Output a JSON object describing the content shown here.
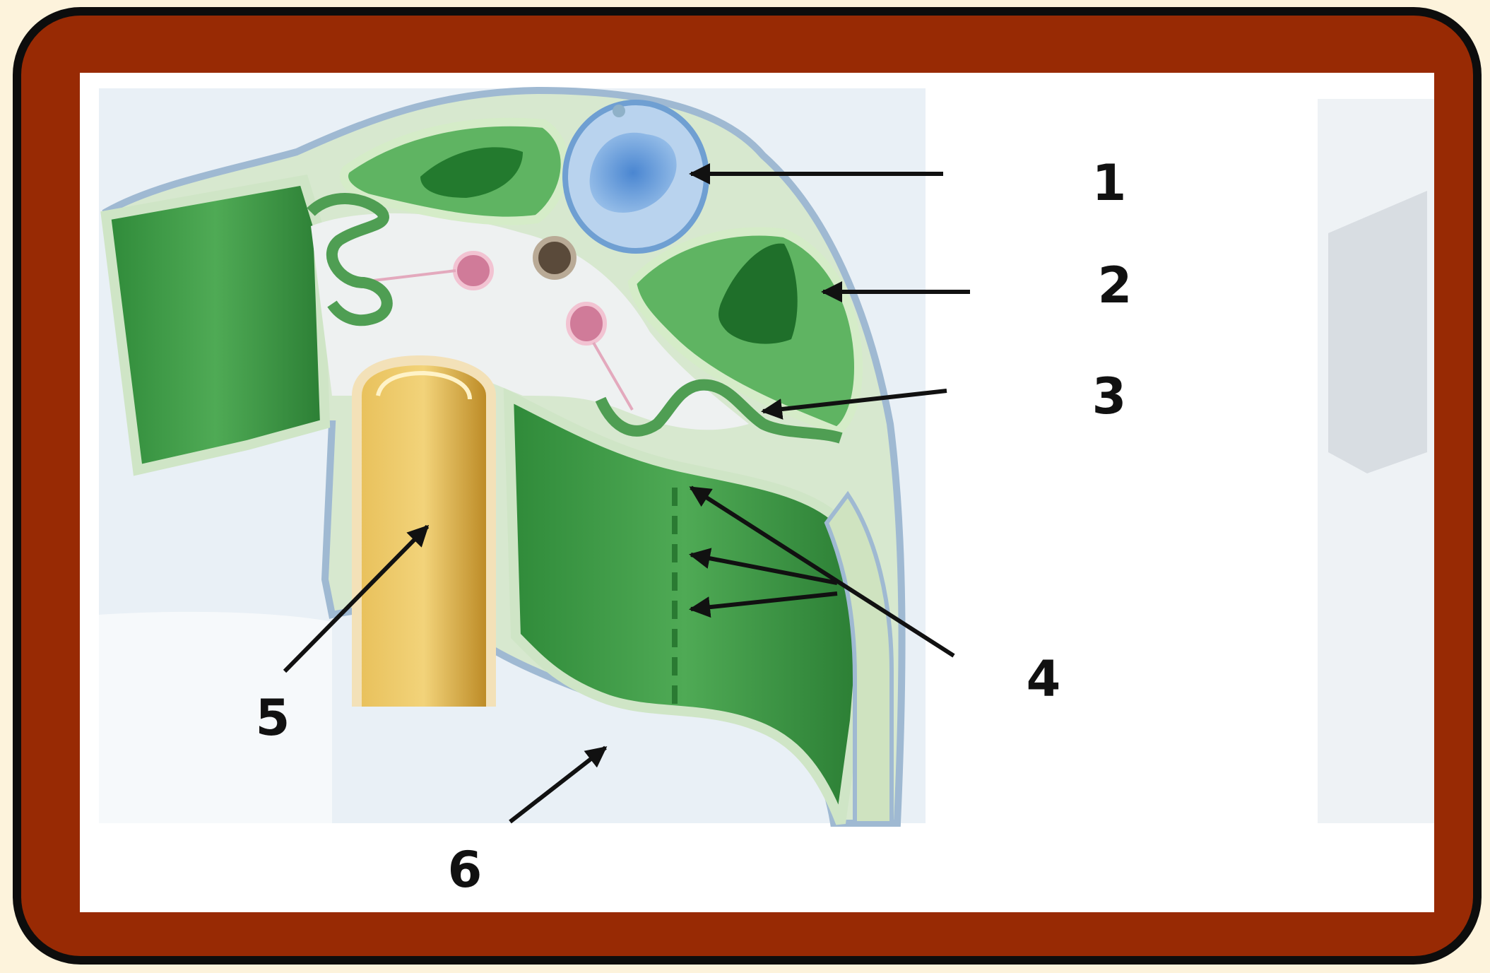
{
  "diagram": {
    "labels": [
      "1",
      "2",
      "3",
      "4",
      "5",
      "6"
    ]
  },
  "colors": {
    "frame": "#982a04",
    "outline": "#0d0d0d",
    "page_background": "#fdf3dc",
    "tissue_green": "#3d9a45",
    "notochord_blue": "#7ea9dc",
    "tube_gold": "#d9a53b"
  }
}
